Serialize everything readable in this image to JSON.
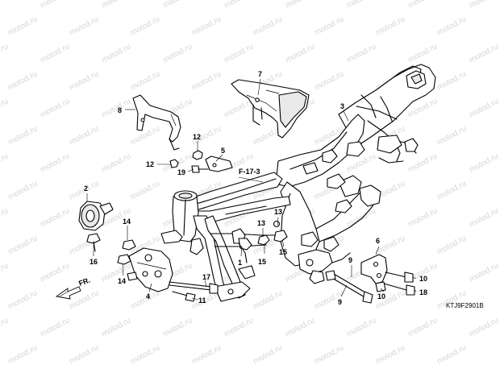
{
  "watermark_text": "motod.ru",
  "front_indicator": "FR.",
  "figure_ref": "F-17-3",
  "drawing_code": "KTJ9F2901B",
  "callouts": [
    "1",
    "2",
    "3",
    "4",
    "5",
    "6",
    "7",
    "8",
    "9",
    "9",
    "10",
    "10",
    "11",
    "12",
    "12",
    "13",
    "13",
    "14",
    "14",
    "15",
    "15",
    "16",
    "17",
    "18",
    "19"
  ],
  "colors": {
    "line": "#000000",
    "background": "#ffffff",
    "watermark": "#d6d6d6"
  }
}
